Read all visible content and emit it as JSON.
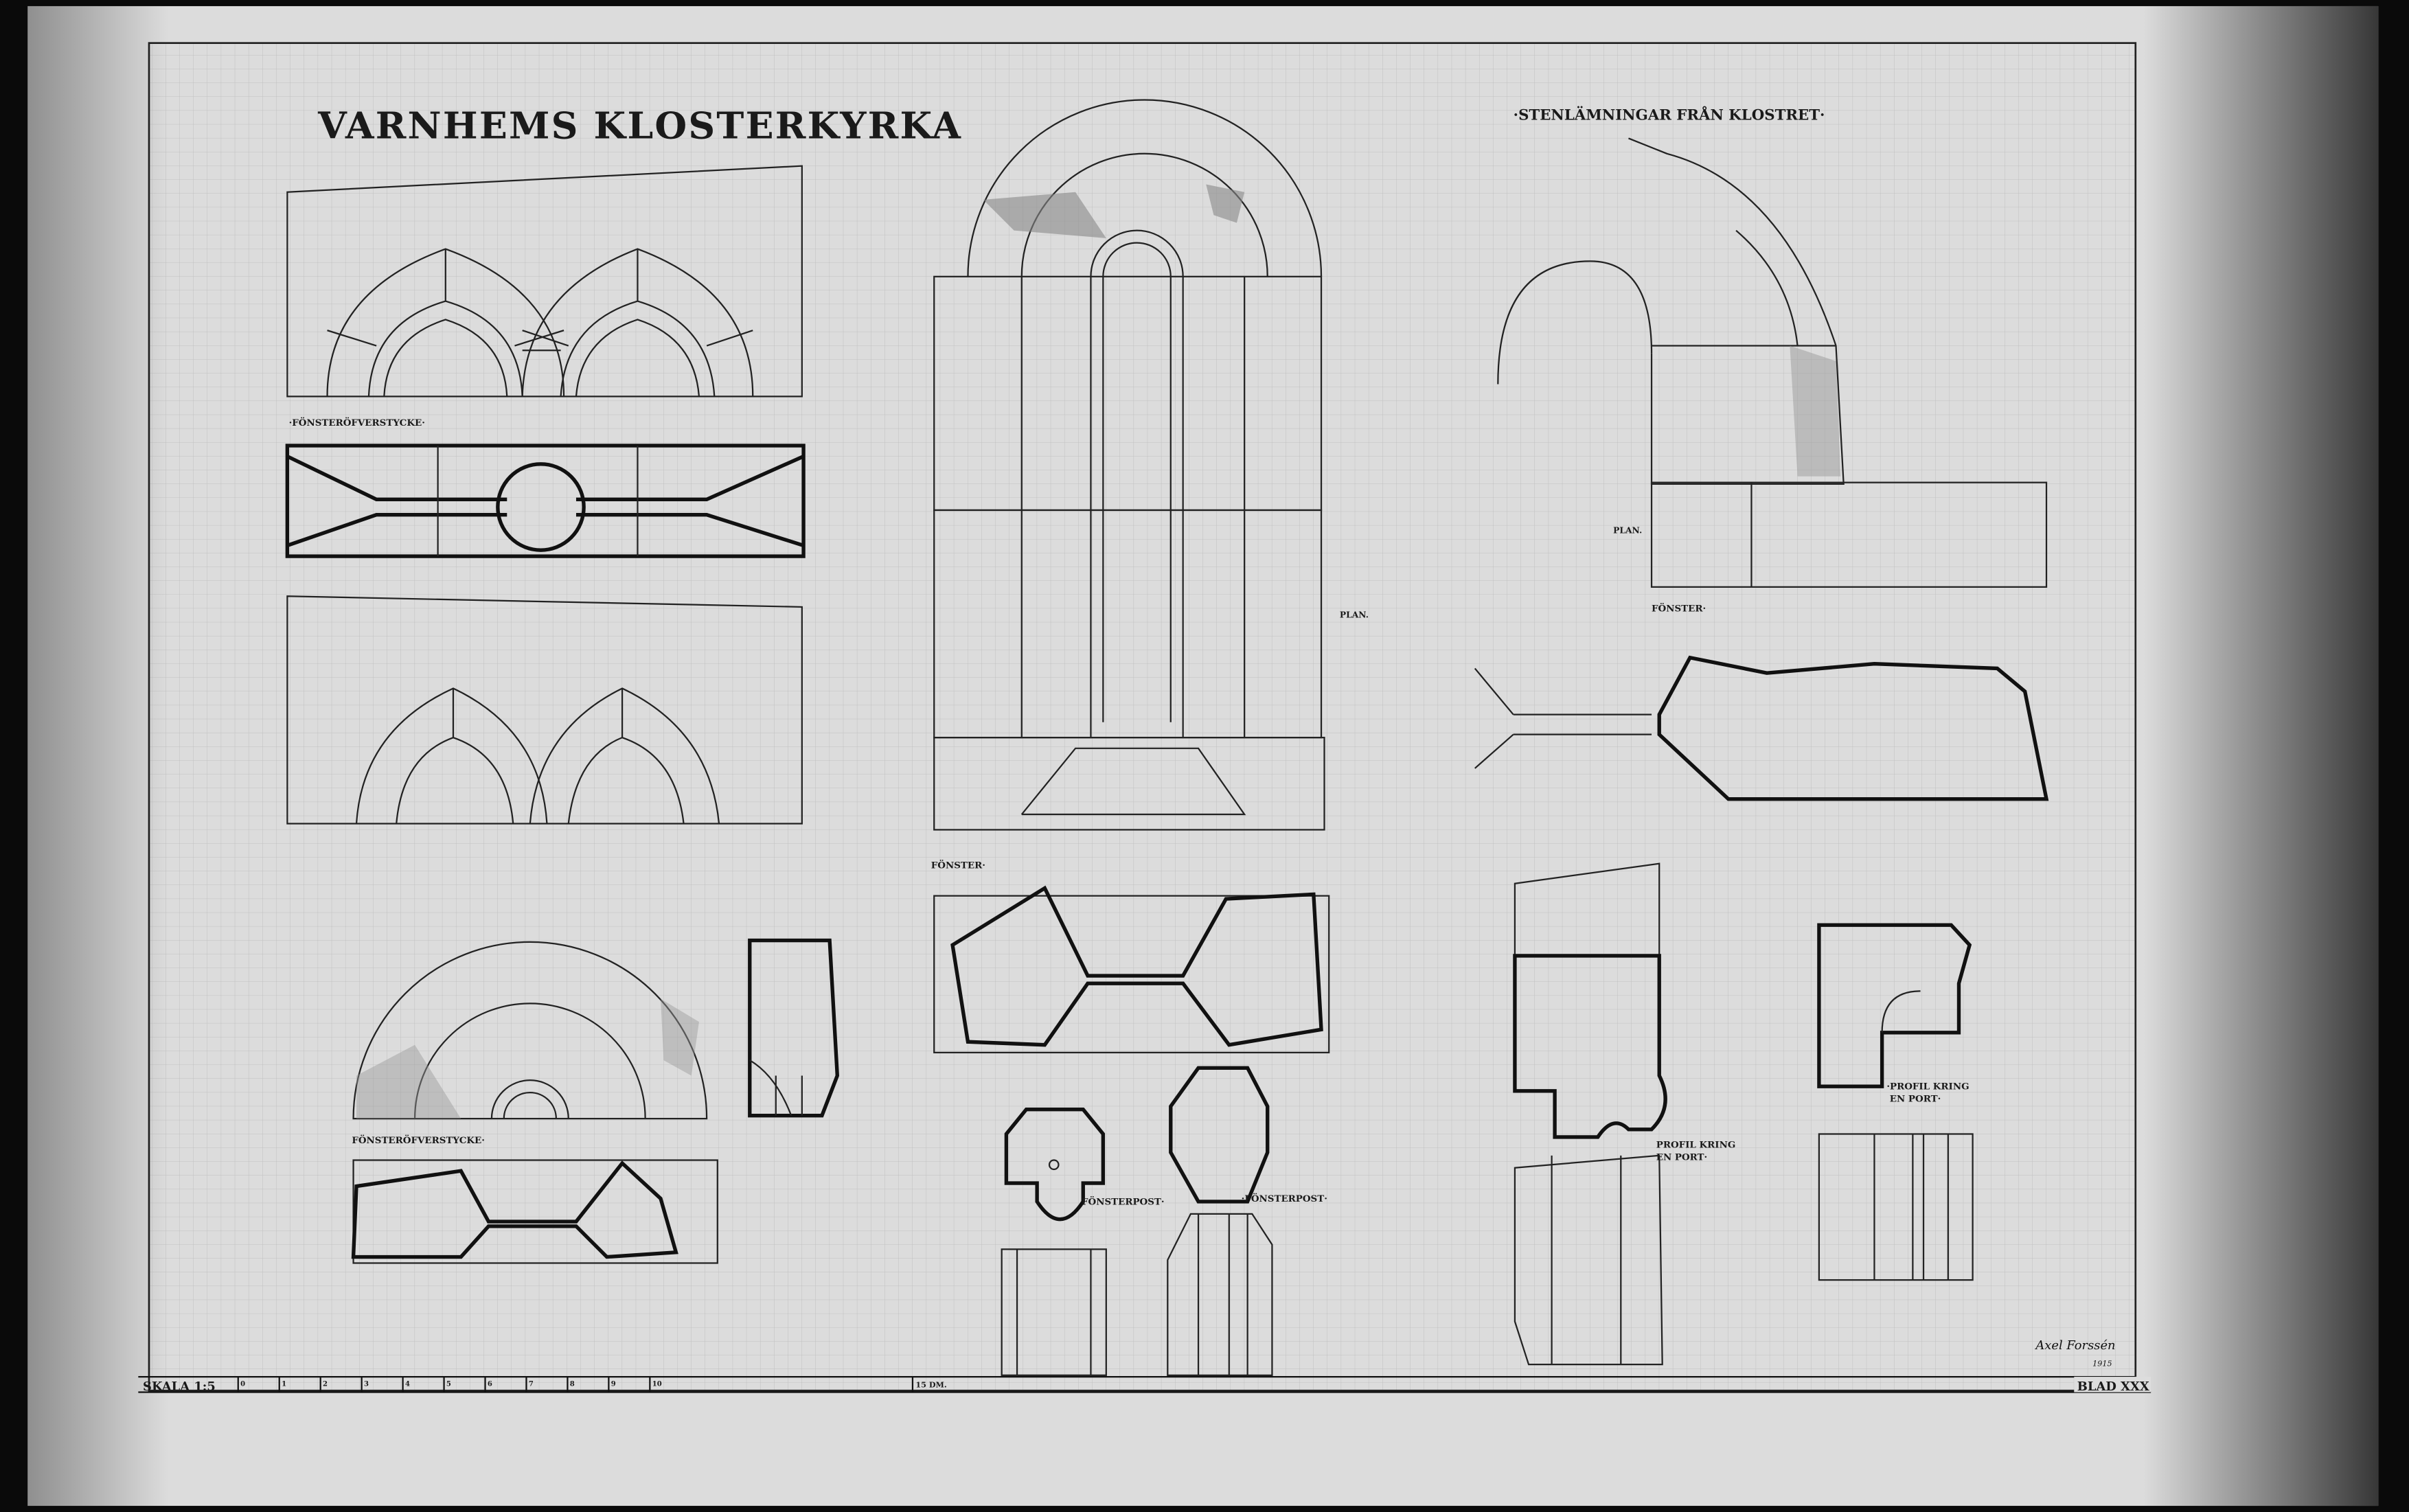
{
  "title": "VARNHEMS KLOSTERKYRKA",
  "subtitle": "·STENLÄMNINGAR FRÅN KLOSTRET·",
  "labels": {
    "fonsteröfverstycke_top": "·FÖNSTERÖFVERSTYCKE·",
    "fonsteröfverstycke_bottom": "FÖNSTERÖFVERSTYCKE·",
    "fonster_center": "FÖNSTER·",
    "fonster_right": "FÖNSTER·",
    "plan_center": "PLAN.",
    "plan_right": "PLAN.",
    "fonsterpost_1": "FÖNSTERPOST·",
    "fonsterpost_2": "·FÖNSTERPOST·",
    "profil_1": [
      "PROFIL KRING",
      "EN PORT·"
    ],
    "profil_2": [
      "·PROFIL KRING",
      "EN PORT·"
    ]
  },
  "scale": {
    "label": "SKALA 1:5",
    "ticks": [
      "0",
      "1",
      "2",
      "3",
      "4",
      "5",
      "6",
      "7",
      "8",
      "9",
      "10"
    ],
    "end_label": "15 DM."
  },
  "signature": {
    "name": "Axel Forssén",
    "year": "1915"
  },
  "sheet": "BLAD XXX"
}
